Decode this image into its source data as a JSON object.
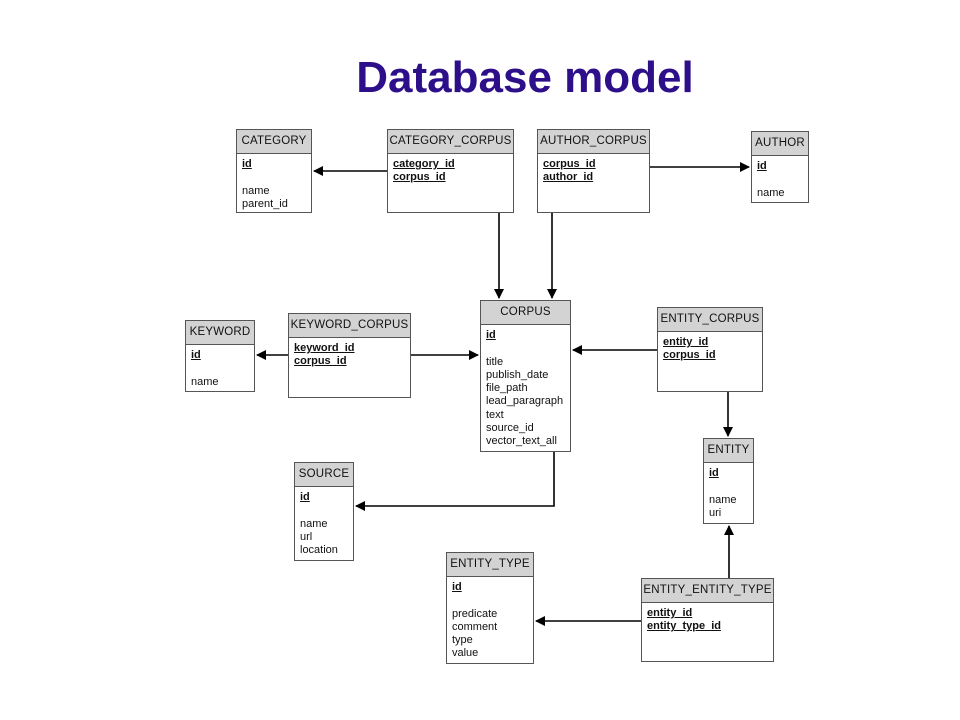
{
  "title": "Database model",
  "colors": {
    "title": "#2e0f8a",
    "header_fill": "#d3d3d3",
    "border": "#555555",
    "line": "#000000"
  },
  "tables": {
    "category": {
      "name": "CATEGORY",
      "keys": [
        "id"
      ],
      "fields": [
        "name",
        "parent_id"
      ]
    },
    "category_corpus": {
      "name": "CATEGORY_CORPUS",
      "keys": [
        "category_id",
        "corpus_id"
      ],
      "fields": []
    },
    "author_corpus": {
      "name": "AUTHOR_CORPUS",
      "keys": [
        "corpus_id",
        "author_id"
      ],
      "fields": []
    },
    "author": {
      "name": "AUTHOR",
      "keys": [
        "id"
      ],
      "fields": [
        "name"
      ]
    },
    "keyword": {
      "name": "KEYWORD",
      "keys": [
        "id"
      ],
      "fields": [
        "name"
      ]
    },
    "keyword_corpus": {
      "name": "KEYWORD_CORPUS",
      "keys": [
        "keyword_id",
        "corpus_id"
      ],
      "fields": []
    },
    "corpus": {
      "name": "CORPUS",
      "keys": [
        "id"
      ],
      "fields": [
        "title",
        "publish_date",
        "file_path",
        "lead_paragraph",
        "text",
        "source_id",
        "vector_text_all"
      ]
    },
    "entity_corpus": {
      "name": "ENTITY_CORPUS",
      "keys": [
        "entity_id",
        "corpus_id"
      ],
      "fields": []
    },
    "entity": {
      "name": "ENTITY",
      "keys": [
        "id"
      ],
      "fields": [
        "name",
        "uri"
      ]
    },
    "source": {
      "name": "SOURCE",
      "keys": [
        "id"
      ],
      "fields": [
        "name",
        "url",
        "location"
      ]
    },
    "entity_type": {
      "name": "ENTITY_TYPE",
      "keys": [
        "id"
      ],
      "fields": [
        "predicate",
        "comment",
        "type",
        "value"
      ]
    },
    "entity_entity_type": {
      "name": "ENTITY_ENTITY_TYPE",
      "keys": [
        "entity_id",
        "entity_type_id"
      ],
      "fields": []
    }
  },
  "relations": [
    {
      "from": "category_corpus",
      "to": "category"
    },
    {
      "from": "author_corpus",
      "to": "author"
    },
    {
      "from": "category_corpus",
      "to": "corpus"
    },
    {
      "from": "author_corpus",
      "to": "corpus"
    },
    {
      "from": "keyword_corpus",
      "to": "keyword"
    },
    {
      "from": "keyword_corpus",
      "to": "corpus"
    },
    {
      "from": "entity_corpus",
      "to": "corpus"
    },
    {
      "from": "entity_corpus",
      "to": "entity"
    },
    {
      "from": "corpus",
      "to": "source"
    },
    {
      "from": "entity_entity_type",
      "to": "entity"
    },
    {
      "from": "entity_entity_type",
      "to": "entity_type"
    }
  ]
}
